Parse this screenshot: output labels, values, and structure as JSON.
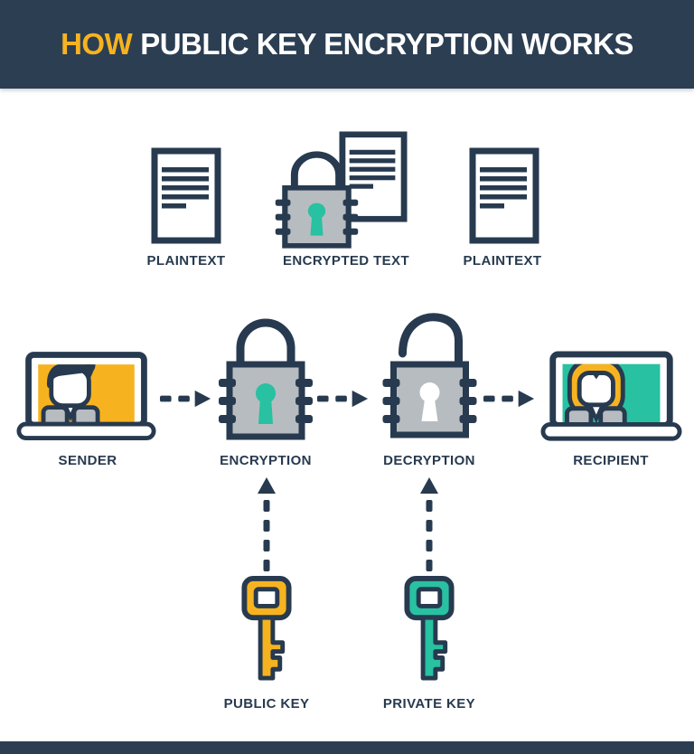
{
  "header": {
    "highlight": "HOW",
    "title": "PUBLIC KEY ENCRYPTION WORKS"
  },
  "documents_row": {
    "plaintext_left_label": "PLAINTEXT",
    "encrypted_label": "ENCRYPTED TEXT",
    "plaintext_right_label": "PLAINTEXT"
  },
  "flow_row": {
    "sender_label": "SENDER",
    "encryption_label": "ENCRYPTION",
    "decryption_label": "DECRYPTION",
    "recipient_label": "RECIPIENT"
  },
  "keys_row": {
    "public_key_label": "PUBLIC KEY",
    "private_key_label": "PRIVATE KEY"
  },
  "icons": {
    "document": "document-icon",
    "padlock_closed": "padlock-closed-icon",
    "padlock_open": "padlock-open-icon",
    "laptop_sender": "laptop-sender-icon",
    "laptop_recipient": "laptop-recipient-icon",
    "key_public": "public-key-icon",
    "key_private": "private-key-icon",
    "dashed_arrow_right": "dashed-arrow-right-icon",
    "dashed_arrow_up": "dashed-arrow-up-icon"
  },
  "colors": {
    "navy": "#273a4f",
    "header_bg": "#2c3e52",
    "yellow": "#f7b31f",
    "teal": "#28c1a1",
    "gray": "#b7bcc0",
    "white": "#ffffff"
  }
}
